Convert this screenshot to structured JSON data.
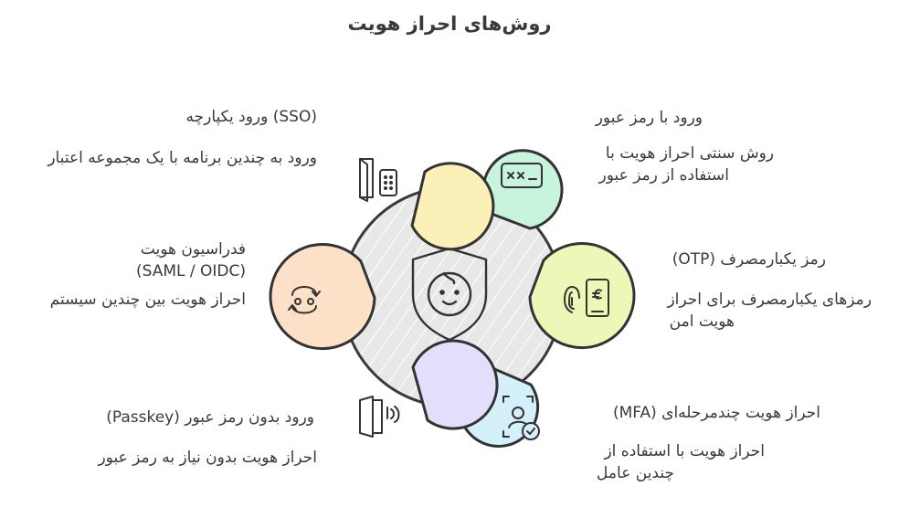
{
  "title": "روش‌های احراز هویت",
  "center": {
    "icon": "shield-baby-face-icon",
    "fill": "#e6e6e6"
  },
  "methods": [
    {
      "key": "password",
      "heading": "ورود با رمز عبور",
      "description_lines": [
        "روش سنتی احراز هویت با",
        "استفاده از رمز عبور"
      ],
      "icon": "password-field-icon",
      "color": "#c8f3dc"
    },
    {
      "key": "otp",
      "heading": "رمز یکبارمصرف (OTP)",
      "description_lines": [
        "رمزهای یکبارمصرف برای احراز",
        "هویت امن"
      ],
      "icon": "fingerprint-phone-euro-icon",
      "color": "#ecf8b8"
    },
    {
      "key": "mfa",
      "heading": "احراز هویت چندمرحله‌ای (MFA)",
      "description_lines": [
        "احراز هویت با استفاده از",
        "چندین عامل"
      ],
      "icon": "face-id-check-icon",
      "color": "#d3f0fb"
    },
    {
      "key": "passkey",
      "heading": "ورود بدون رمز عبور (Passkey)",
      "description_lines": [
        "احراز هویت بدون نیاز به رمز عبور"
      ],
      "icon": "door-contactless-icon",
      "color": "#e3defb"
    },
    {
      "key": "federation",
      "heading_lines": [
        "فدراسیون هویت",
        "(SAML / OIDC)"
      ],
      "description_lines": [
        "احراز هویت بین چندین سیستم"
      ],
      "icon": "sync-people-icon",
      "color": "#fde0c8"
    },
    {
      "key": "sso",
      "heading": "(SSO) ورود یکپارچه",
      "description_lines": [
        "ورود به چندین برنامه با یک مجموعه اعتبار"
      ],
      "icon": "door-keypad-icon",
      "color": "#fbf0b8"
    }
  ]
}
